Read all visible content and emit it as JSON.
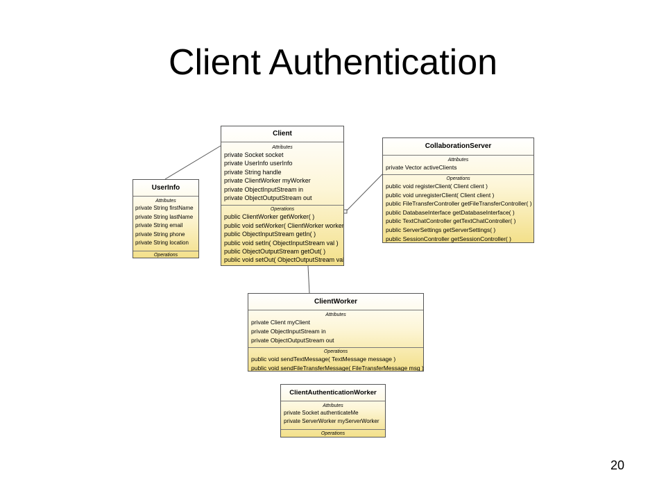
{
  "slide": {
    "title": "Client Authentication",
    "page_number": "20"
  },
  "classes": {
    "client": {
      "name": "Client",
      "attributes_label": "Attributes",
      "attributes": [
        "private Socket socket",
        "private UserInfo userInfo",
        "private String handle",
        "private ClientWorker myWorker",
        "private ObjectInputStream in",
        "private ObjectOutputStream out"
      ],
      "operations_label": "Operations",
      "operations": [
        "public ClientWorker  getWorker(  )",
        "public void  setWorker( ClientWorker worker )",
        "public ObjectInputStream  getIn(  )",
        "public void  setIn( ObjectInputStream val )",
        "public ObjectOutputStream  getOut(  )",
        "public void  setOut( ObjectOutputStream val )"
      ]
    },
    "userinfo": {
      "name": "UserInfo",
      "attributes_label": "Attributes",
      "attributes": [
        "private String firstName",
        "private String lastName",
        "private String email",
        "private String phone",
        "private String location"
      ],
      "operations_label": "Operations",
      "operations": []
    },
    "collaboration_server": {
      "name": "CollaborationServer",
      "attributes_label": "Attributes",
      "attributes": [
        "private Vector activeClients"
      ],
      "operations_label": "Operations",
      "operations": [
        "public void  registerClient( Client client )",
        "public void  unregisterClient( Client client )",
        "public FileTransferController  getFileTransferController(  )",
        "public DatabaseInterface  getDatabaseInterface(  )",
        "public TextChatController  getTextChatController(  )",
        "public ServerSettings  getServerSettings(  )",
        "public SessionController  getSessionController(  )"
      ]
    },
    "client_worker": {
      "name": "ClientWorker",
      "attributes_label": "Attributes",
      "attributes": [
        "private Client myClient",
        "private ObjectInputStream in",
        "private ObjectOutputStream out"
      ],
      "operations_label": "Operations",
      "operations": [
        "public void  sendTextMessage( TextMessage message )",
        "public void  sendFileTransferMessage( FileTransferMessage msg )"
      ]
    },
    "client_authentication_worker": {
      "name": "ClientAuthenticationWorker",
      "attributes_label": "Attributes",
      "attributes": [
        "private Socket authenticateMe",
        "private ServerWorker myServerWorker"
      ],
      "operations_label": "Operations",
      "operations": []
    }
  }
}
